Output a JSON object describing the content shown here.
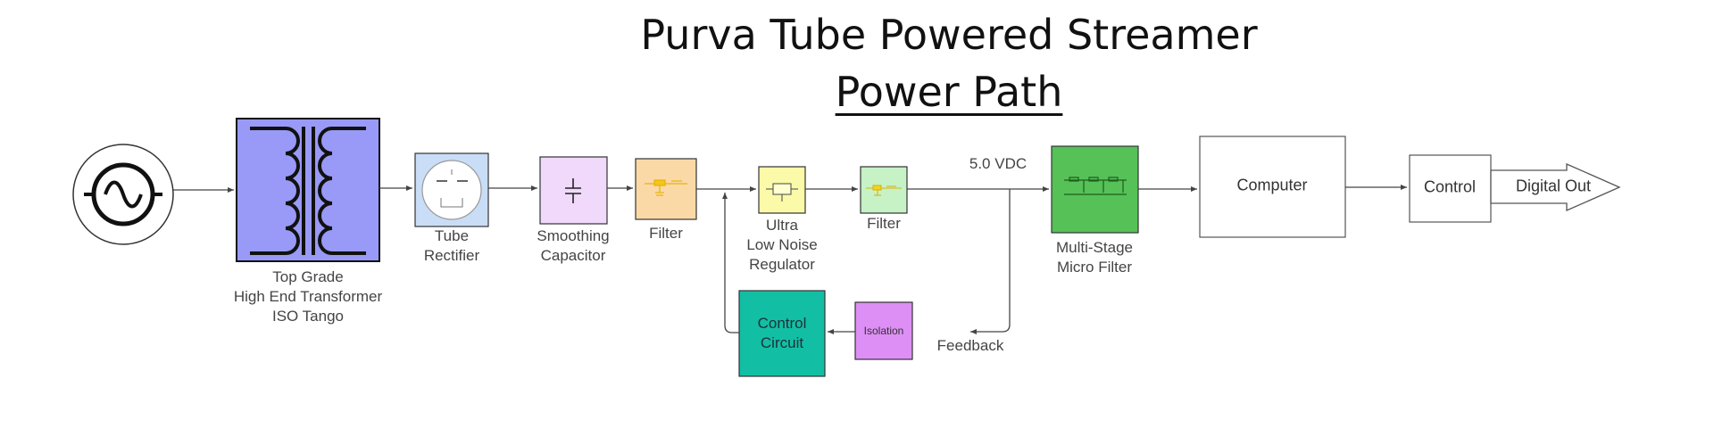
{
  "title": "Purva Tube Powered Streamer",
  "subtitle": "Power Path",
  "blocks": {
    "transformer": {
      "line1": "Top Grade",
      "line2": "High End Transformer",
      "line3": "ISO Tango",
      "color": "#9999f7"
    },
    "tube_rectifier": {
      "line1": "Tube",
      "line2": "Rectifier",
      "color": "#c9ddf7"
    },
    "smoothing_capacitor": {
      "line1": "Smoothing",
      "line2": "Capacitor",
      "color": "#f0d9fa"
    },
    "filter_1": {
      "label": "Filter",
      "color": "#fad9a6"
    },
    "regulator": {
      "line1": "Ultra",
      "line2": "Low Noise",
      "line3": "Regulator",
      "color": "#fafaa8"
    },
    "filter_2": {
      "label": "Filter",
      "color": "#c6f2c6"
    },
    "voltage": {
      "label": "5.0 VDC"
    },
    "micro_filter": {
      "line1": "Multi-Stage",
      "line2": "Micro Filter",
      "color": "#56c157"
    },
    "computer": {
      "label": "Computer"
    },
    "control": {
      "label": "Control"
    },
    "digital_out": {
      "label": "Digital Out"
    },
    "control_circuit": {
      "line1": "Control",
      "line2": "Circuit",
      "color": "#12bfa4"
    },
    "isolation": {
      "label": "Isolation",
      "color": "#dd8ff5"
    },
    "feedback": {
      "label": "Feedback"
    }
  },
  "icons": [
    "ac-source-icon",
    "transformer-icon",
    "tube-icon",
    "capacitor-icon",
    "filter-icon",
    "regulator-icon",
    "micro-filter-icon"
  ]
}
